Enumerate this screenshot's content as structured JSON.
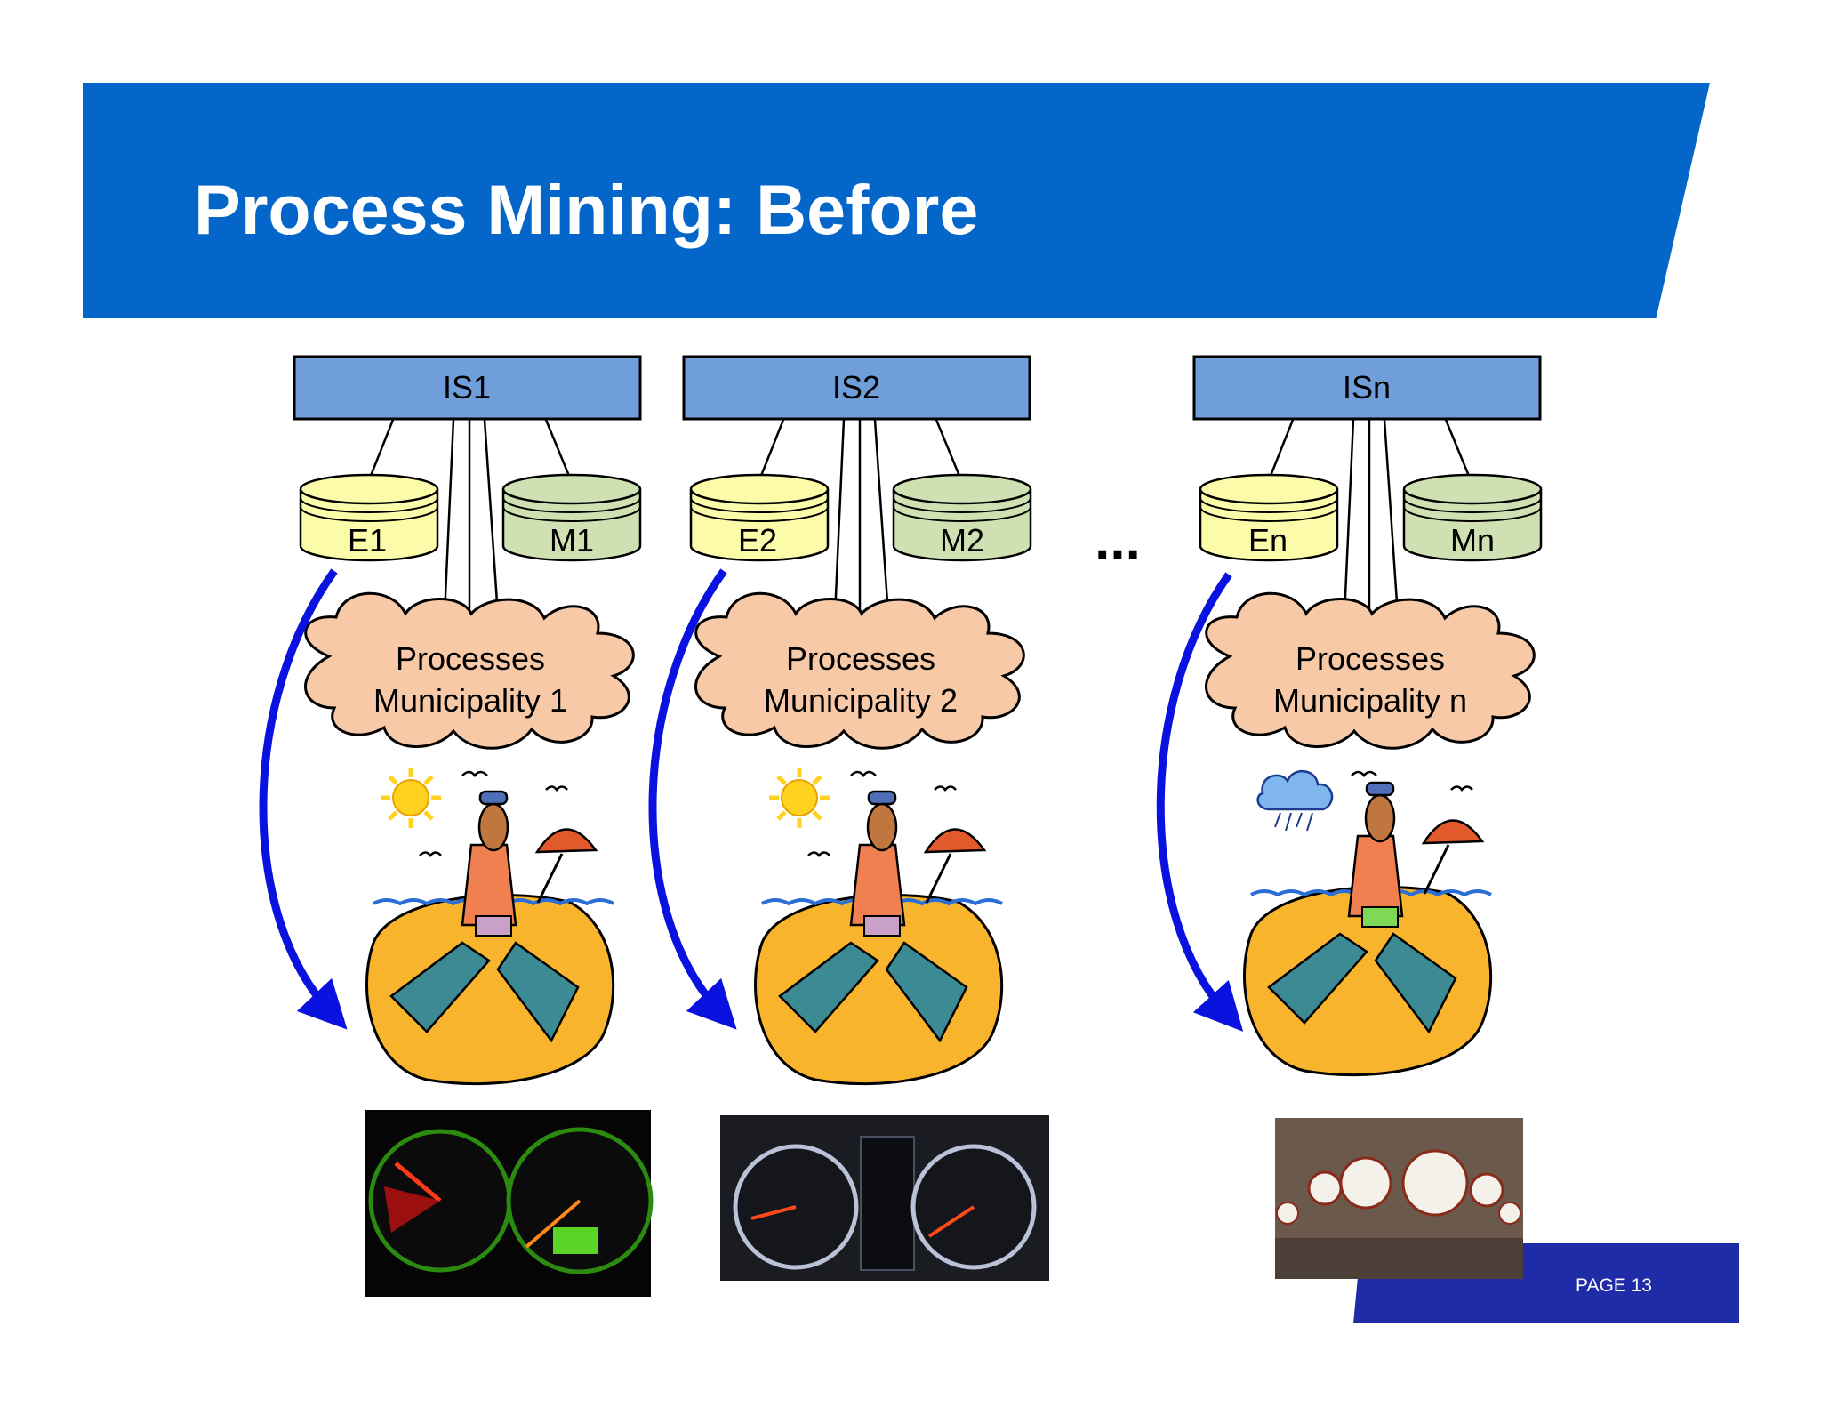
{
  "slide": {
    "title": "Process Mining: Before",
    "page": "PAGE 13",
    "ellipsis": "..."
  },
  "columns": [
    {
      "system": "IS1",
      "event_db": "E1",
      "model_db": "M1",
      "process_line1": "Processes",
      "process_line2": "Municipality 1",
      "weather": "sun"
    },
    {
      "system": "IS2",
      "event_db": "E2",
      "model_db": "M2",
      "process_line1": "Processes",
      "process_line2": "Municipality 2",
      "weather": "sun"
    },
    {
      "system": "ISn",
      "event_db": "En",
      "model_db": "Mn",
      "process_line1": "Processes",
      "process_line2": "Municipality n",
      "weather": "rain-cloud"
    }
  ],
  "colors": {
    "header": "#0466c8",
    "footer": "#1f2ba7",
    "system_box": "#6f9edb",
    "event_db": "#fbfbaa",
    "model_db": "#cfe0b2",
    "cloud": "#f7c9a6",
    "arrow": "#0a12e0"
  }
}
